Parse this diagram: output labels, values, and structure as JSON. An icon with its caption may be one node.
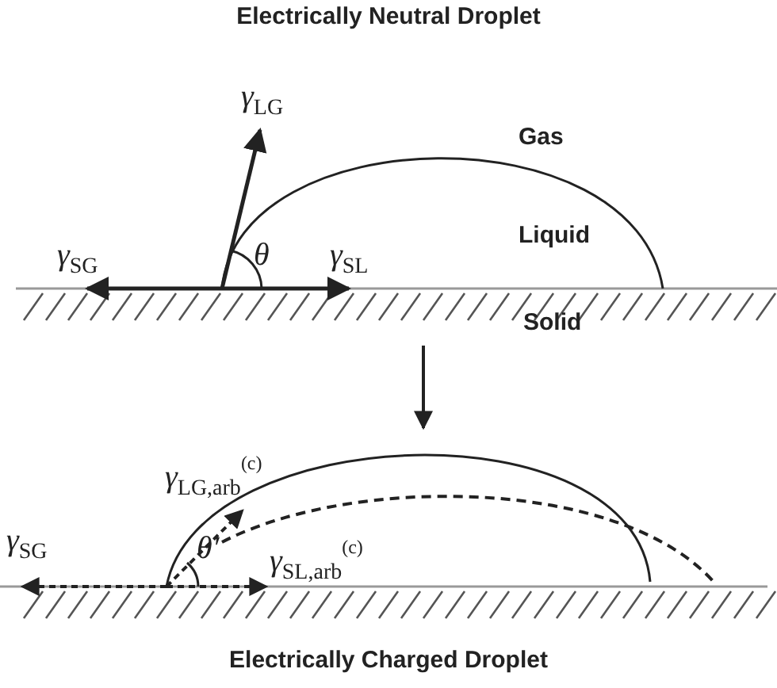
{
  "diagram": {
    "title": "Electrically Neutral Droplet",
    "caption": "Electrically Charged Droplet",
    "labels": [
      "γ$_{LG}$",
      "Gas",
      "Liquid",
      "γ$_{SG}$",
      "θ",
      "γ$_{SL}$",
      "Solid",
      "γ$_{LG,arb}$$^{(c)}$",
      "γ$_{SG}$",
      "θ′",
      "γ$_{SL,arb}$$^{(c)}$"
    ]
  }
}
